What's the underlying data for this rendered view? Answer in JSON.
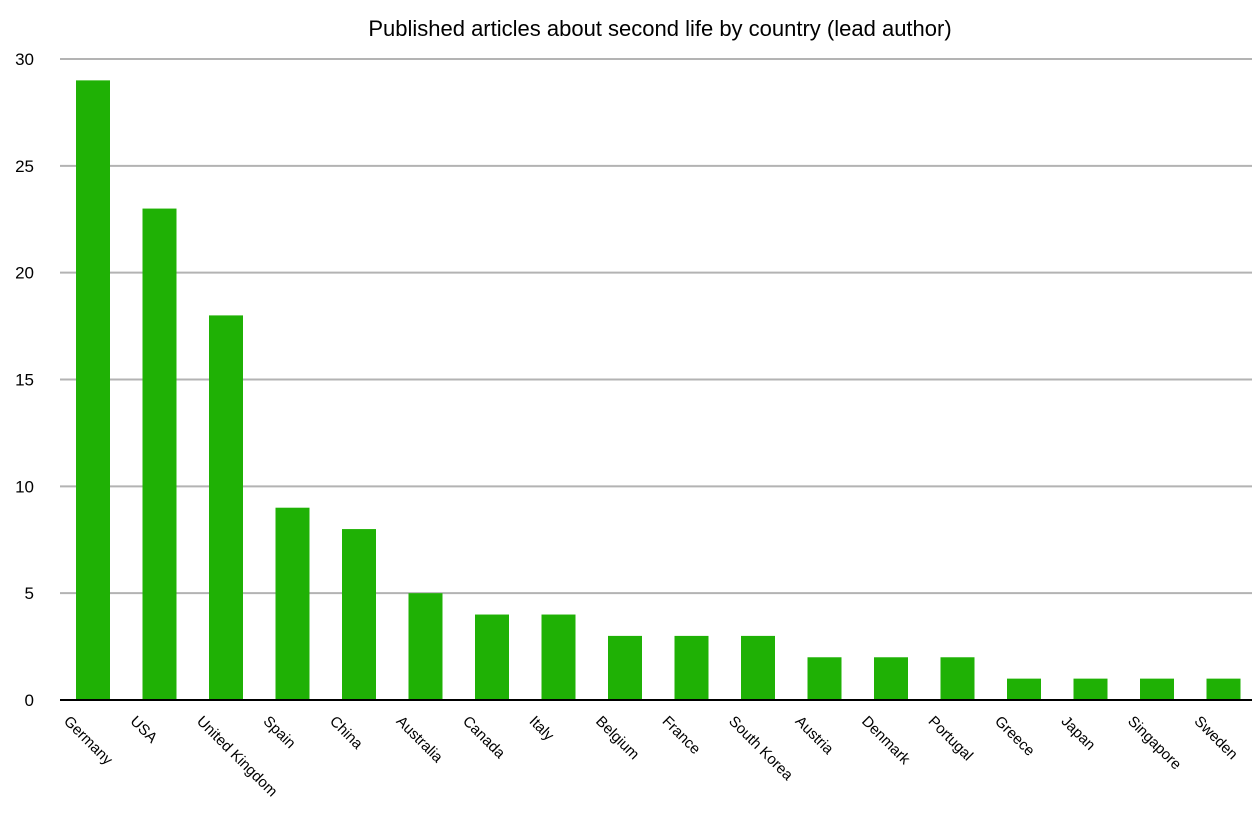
{
  "chart_data": {
    "type": "bar",
    "title": "Published articles about second life by country (lead author)",
    "xlabel": "",
    "ylabel": "",
    "categories": [
      "Germany",
      "USA",
      "United Kingdom",
      "Spain",
      "China",
      "Australia",
      "Canada",
      "Italy",
      "Belgium",
      "France",
      "South Korea",
      "Austria",
      "Denmark",
      "Portugal",
      "Greece",
      "Japan",
      "Singapore",
      "Sweden"
    ],
    "values": [
      29,
      23,
      18,
      9,
      8,
      5,
      4,
      4,
      3,
      3,
      3,
      2,
      2,
      2,
      1,
      1,
      1,
      1
    ],
    "ylim": [
      0,
      30
    ],
    "yticks": [
      0,
      5,
      10,
      15,
      20,
      25,
      30
    ],
    "grid": true,
    "bar_color": "#1fb105",
    "grid_color": "#b3b3b3",
    "axis_color": "#000000"
  }
}
